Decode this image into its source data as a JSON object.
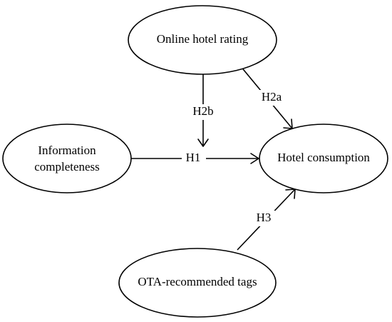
{
  "nodes": {
    "online_rating": {
      "label": "Online hotel rating"
    },
    "info_completeness": {
      "label_line1": "Information",
      "label_line2": "completeness"
    },
    "hotel_consumption": {
      "label": "Hotel consumption"
    },
    "ota_tags": {
      "label": "OTA-recommended tags"
    }
  },
  "edges": {
    "h1": {
      "label": "H1"
    },
    "h2a": {
      "label": "H2a"
    },
    "h2b": {
      "label": "H2b"
    },
    "h3": {
      "label": "H3"
    }
  },
  "colors": {
    "stroke": "#000000",
    "background": "#ffffff"
  }
}
